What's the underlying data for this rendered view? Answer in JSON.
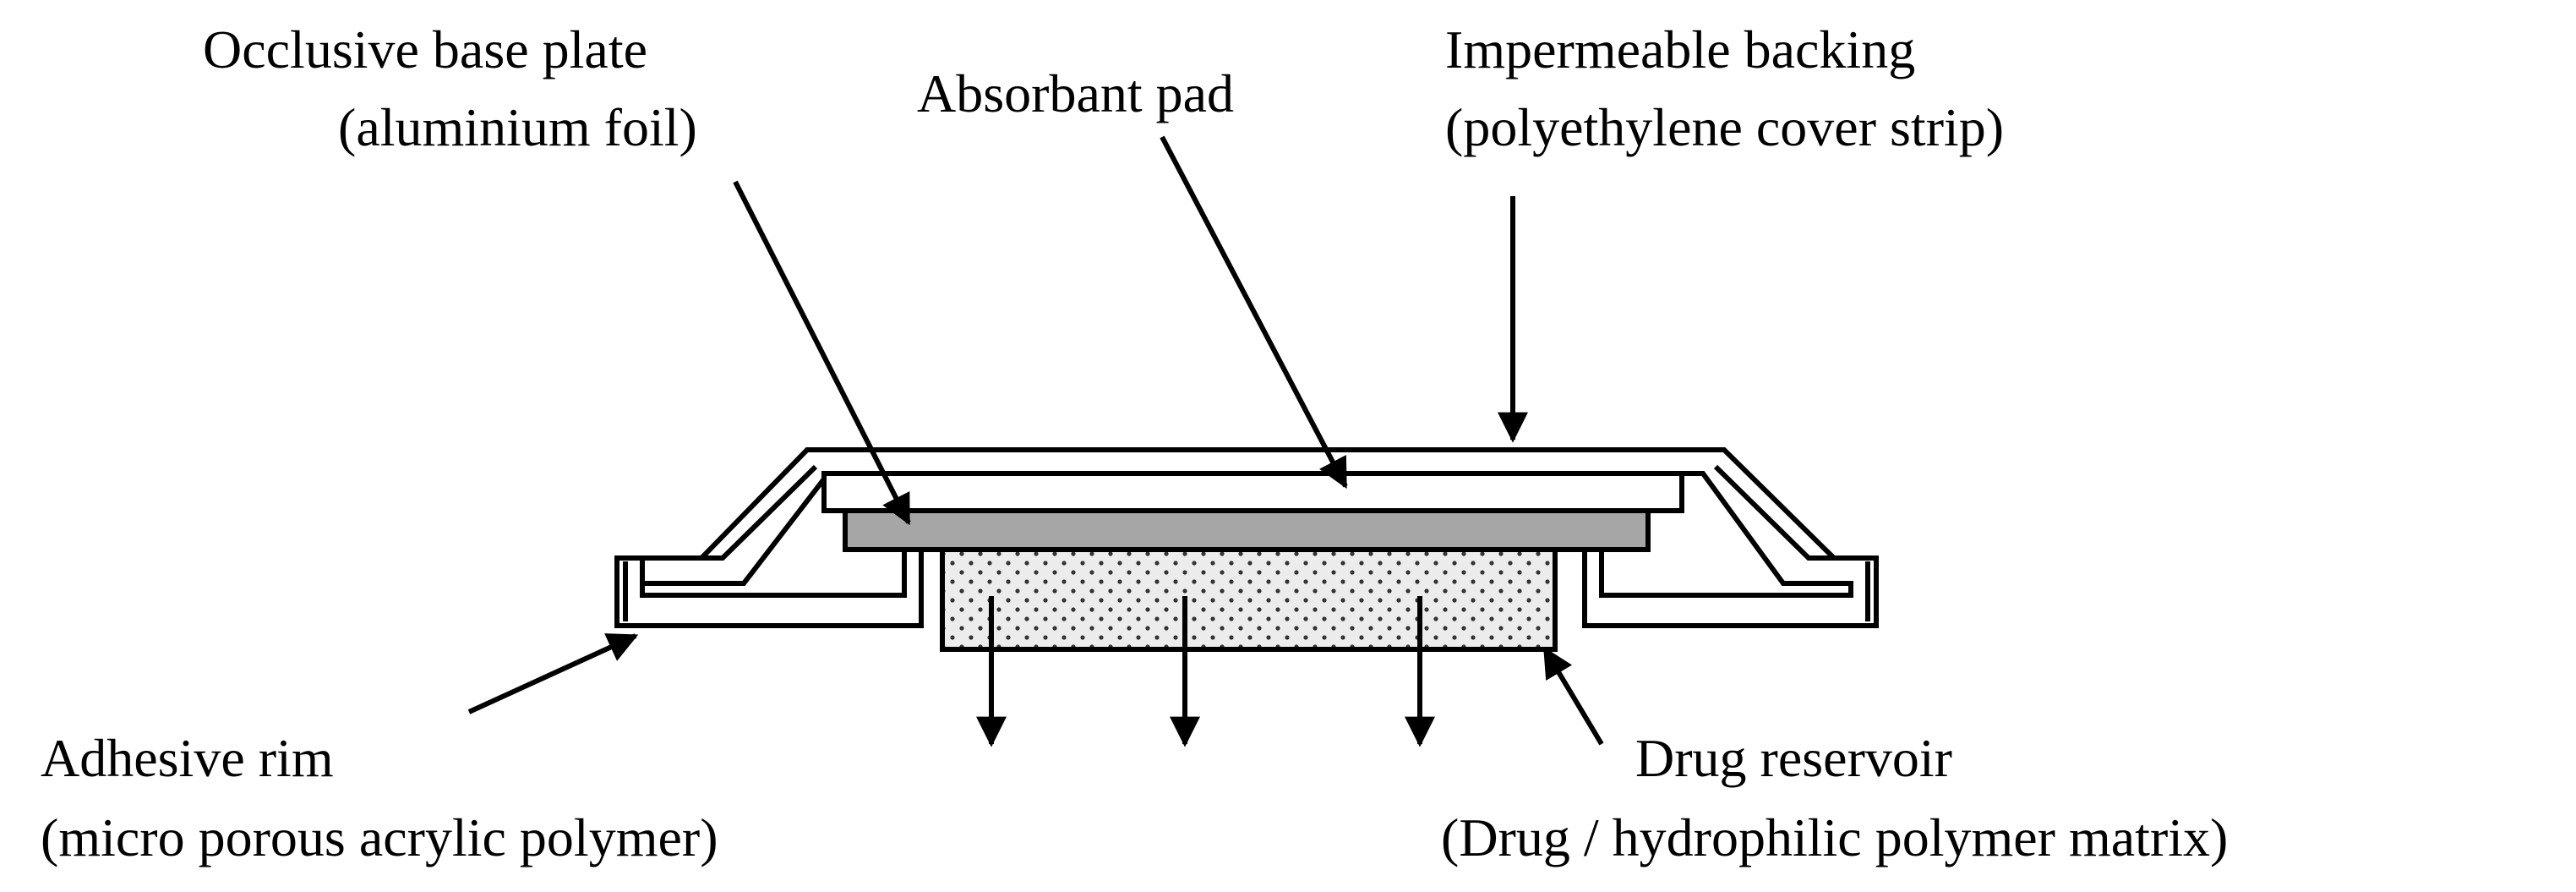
{
  "labels": {
    "occlusive_base_plate": {
      "line1": "Occlusive base plate",
      "line2": "(aluminium foil)"
    },
    "absorbant_pad": {
      "line1": "Absorbant pad"
    },
    "impermeable_backing": {
      "line1": "Impermeable backing",
      "line2": "(polyethylene cover strip)"
    },
    "adhesive_rim": {
      "line1": "Adhesive rim",
      "line2": "(micro porous acrylic polymer)"
    },
    "drug_reservoir": {
      "line1": "Drug reservoir",
      "line2": "(Drug / hydrophilic polymer matrix)"
    }
  },
  "colors": {
    "ink": "#000000",
    "base_plate_fill": "#a6a6a6",
    "reservoir_fill": "#ececec",
    "background": "#ffffff"
  }
}
